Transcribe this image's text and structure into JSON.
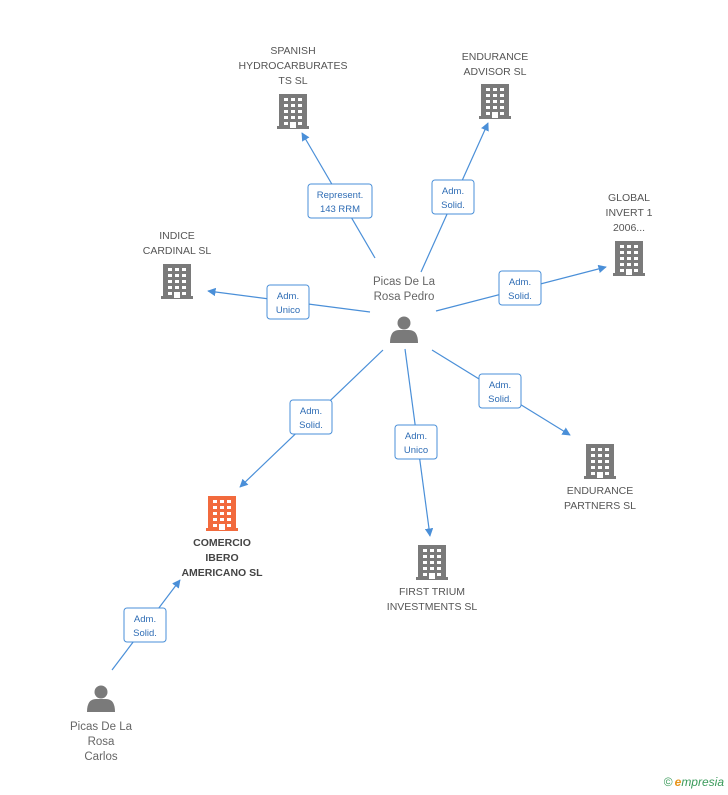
{
  "diagram": {
    "center": "p0",
    "nodes": [
      {
        "id": "p0",
        "kind": "person",
        "label": [
          "Picas De La",
          "Rosa Pedro"
        ],
        "color": "#7a7a7a"
      },
      {
        "id": "c1",
        "kind": "company",
        "label": [
          "SPANISH",
          "HYDROCARBURATES",
          "TS SL"
        ],
        "color": "#7a7a7a"
      },
      {
        "id": "c2",
        "kind": "company",
        "label": [
          "ENDURANCE",
          "ADVISOR  SL"
        ],
        "color": "#7a7a7a"
      },
      {
        "id": "c3",
        "kind": "company",
        "label": [
          "GLOBAL",
          "INVERT 1",
          "2006..."
        ],
        "color": "#7a7a7a"
      },
      {
        "id": "c4",
        "kind": "company",
        "label": [
          "INDICE",
          "CARDINAL SL"
        ],
        "color": "#7a7a7a"
      },
      {
        "id": "c5",
        "kind": "company",
        "label": [
          "ENDURANCE",
          "PARTNERS SL"
        ],
        "color": "#7a7a7a"
      },
      {
        "id": "c6",
        "kind": "company",
        "label": [
          "FIRST TRIUM",
          "INVESTMENTS SL"
        ],
        "color": "#7a7a7a"
      },
      {
        "id": "c7",
        "kind": "company",
        "main": true,
        "label": [
          "COMERCIO",
          "IBERO",
          "AMERICANO SL"
        ],
        "color": "#f26a3d"
      },
      {
        "id": "p1",
        "kind": "person",
        "label": [
          "Picas De La",
          "Rosa",
          "Carlos"
        ],
        "color": "#7a7a7a"
      }
    ],
    "edges": [
      {
        "from": "p0",
        "to": "c1",
        "label": [
          "Represent.",
          "143 RRM"
        ]
      },
      {
        "from": "p0",
        "to": "c2",
        "label": [
          "Adm.",
          "Solid."
        ]
      },
      {
        "from": "p0",
        "to": "c3",
        "label": [
          "Adm.",
          "Solid."
        ]
      },
      {
        "from": "p0",
        "to": "c4",
        "label": [
          "Adm.",
          "Unico"
        ]
      },
      {
        "from": "p0",
        "to": "c5",
        "label": [
          "Adm.",
          "Solid."
        ]
      },
      {
        "from": "p0",
        "to": "c6",
        "label": [
          "Adm.",
          "Unico"
        ]
      },
      {
        "from": "p0",
        "to": "c7",
        "label": [
          "Adm.",
          "Solid."
        ]
      },
      {
        "from": "p1",
        "to": "c7",
        "label": [
          "Adm.",
          "Solid."
        ]
      }
    ]
  },
  "footer": {
    "copyright": "©",
    "brand_initial": "e",
    "brand_rest": "mpresia"
  }
}
